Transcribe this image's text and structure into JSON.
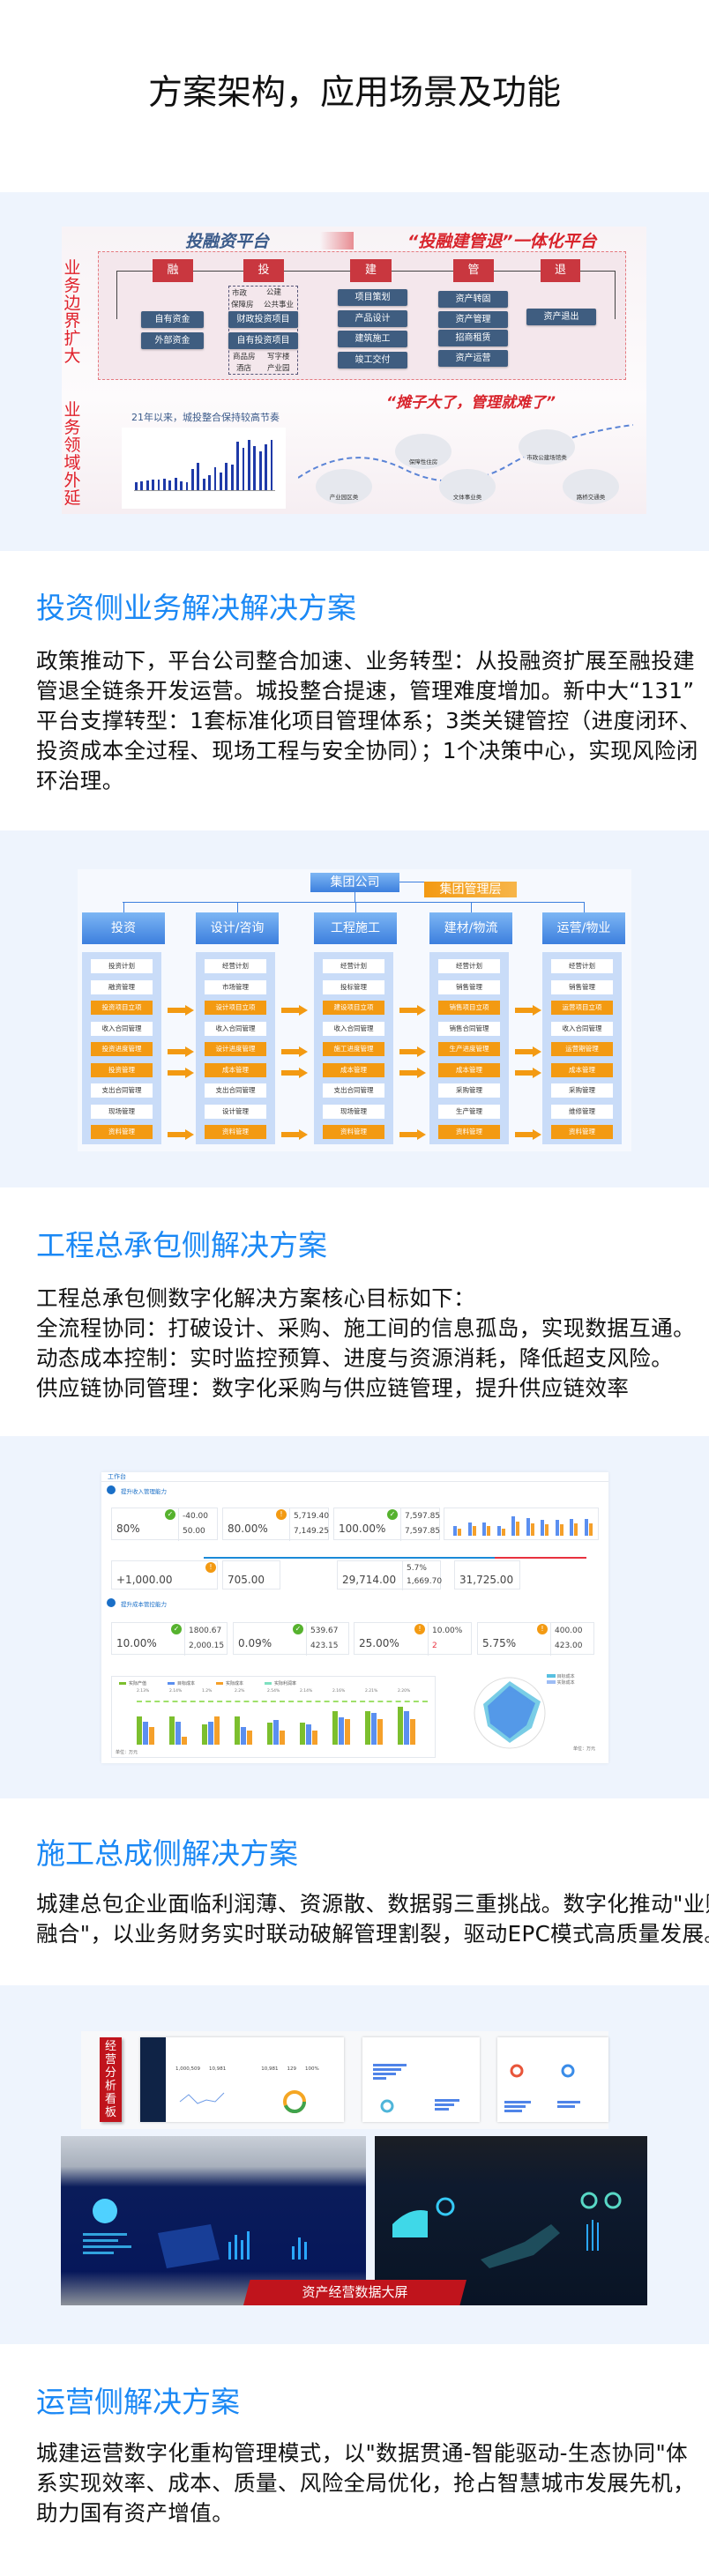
{
  "page_title": "方案架构，应用场景及功能",
  "architecture": {
    "platform_left": "投融资平台",
    "platform_right": "“投融建管退”一体化平台",
    "side_top": "业务边界扩大",
    "side_bottom": "业务领域外延",
    "stages": [
      "融",
      "投",
      "建",
      "管",
      "退"
    ],
    "fund": [
      "自有资金",
      "外部资金"
    ],
    "invest_projects": [
      "财政投资项目",
      "自有投资项目"
    ],
    "invest_top_tags": [
      "市政",
      "公建",
      "保障房",
      "公共事业"
    ],
    "invest_bottom_tags": [
      "商品房",
      "写字楼",
      "酒店",
      "产业园"
    ],
    "build": [
      "项目策划",
      "产品设计",
      "建筑施工",
      "竣工交付"
    ],
    "manage": [
      "资产转固",
      "资产管理",
      "招商租赁",
      "资产运营"
    ],
    "exit": "资产退出",
    "slogan": "“摊子大了，管理就难了”",
    "chart_title": "21年以来，城投整合保持较高节奏",
    "chart_bars": [
      8,
      9,
      10,
      11,
      11,
      12,
      10,
      13,
      9,
      8,
      22,
      28,
      12,
      16,
      24,
      18,
      28,
      27,
      50,
      44,
      52,
      46,
      40,
      48,
      52
    ],
    "network_labels": [
      "保障性住房",
      "产业园区类",
      "市政公建场馆类",
      "文体事业类",
      "路桥交通类"
    ]
  },
  "section1": {
    "heading": "投资侧业务解决解决方案",
    "lines": [
      "政策推动下，平台公司整合加速、业务转型：从投融资扩展至融投建",
      "管退全链条开发运营。城投整合提速，管理难度增加。新中大“131”",
      "平台支撑转型：1套标准化项目管理体系；3类关键管控（进度闭环、",
      "投资成本全过程、现场工程与安全协同）；1个决策中心，实现风险闭",
      "环治理。"
    ]
  },
  "org": {
    "group": "集团公司",
    "group_mgmt": "集团管理层",
    "columns": [
      {
        "title": "投资",
        "items": [
          "投资计划",
          "融资管理",
          "投资项目立项",
          "收入合同管理",
          "投资进度管理",
          "投资管理",
          "支出合同管理",
          "现场管理",
          "资料管理"
        ]
      },
      {
        "title": "设计/咨询",
        "items": [
          "经营计划",
          "市场管理",
          "设计项目立项",
          "收入合同管理",
          "设计进度管理",
          "成本管理",
          "支出合同管理",
          "设计管理",
          "资料管理"
        ]
      },
      {
        "title": "工程施工",
        "items": [
          "经营计划",
          "投标管理",
          "建设项目立项",
          "收入合同管理",
          "施工进度管理",
          "成本管理",
          "支出合同管理",
          "现场管理",
          "资料管理"
        ]
      },
      {
        "title": "建材/物流",
        "items": [
          "经营计划",
          "销售管理",
          "销售项目立项",
          "销售合同管理",
          "生产进度管理",
          "成本管理",
          "采购管理",
          "生产管理",
          "资料管理"
        ]
      },
      {
        "title": "运营/物业",
        "items": [
          "经营计划",
          "销售管理",
          "运营项目立项",
          "收入合同管理",
          "运营期管理",
          "成本管理",
          "采购管理",
          "维修管理",
          "资料管理"
        ]
      }
    ],
    "highlight_rows": [
      2,
      4,
      5,
      8
    ]
  },
  "section2": {
    "heading": "工程总承包侧解决方案",
    "lines": [
      "工程总承包侧数字化解决方案核心目标如下：",
      "全流程协同：打破设计、采购、施工间的信息孤岛，实现数据互通。",
      "动态成本控制：实时监控预算、进度与资源消耗，降低超支风险。",
      "供应链协同管理：数字化采购与供应链管理，提升供应链效率"
    ]
  },
  "dashboard": {
    "title": "工作台",
    "sec1": "提升收入管理能力",
    "sec2": "提升成本管控能力",
    "row1": [
      {
        "main": "80%",
        "a": "-40.00",
        "b": "50.00",
        "status": "ok"
      },
      {
        "main": "80.00%",
        "a": "5,719.40",
        "b": "7,149.25",
        "status": "warn"
      },
      {
        "main": "100.00%",
        "a": "7,597.85",
        "b": "7,597.85",
        "status": "ok"
      }
    ],
    "row2": [
      {
        "main": "+1,000.00",
        "status": "warn"
      },
      {
        "main": "705.00"
      },
      {
        "main": "29,714.00",
        "a": "5.7%",
        "b": "1,669.70"
      },
      {
        "main": "31,725.00"
      }
    ],
    "row3": [
      {
        "main": "10.00%",
        "a": "1800.67",
        "b": "2,000.15",
        "status": "ok"
      },
      {
        "main": "0.09%",
        "a": "539.67",
        "b": "423.15",
        "status": "ok"
      },
      {
        "main": "25.00%",
        "a": "10.00%",
        "b": "2",
        "status": "warn"
      },
      {
        "main": "5.75%",
        "a": "400.00",
        "b": "423.00",
        "status": "warn"
      }
    ],
    "legend": [
      "实际产值",
      "目标成本",
      "实际成本",
      "实际利润率"
    ],
    "radar_legend": [
      "目标成本",
      "实际成本"
    ],
    "unit": "单位：万元",
    "bars": [
      [
        5.4,
        4.4,
        3.3
      ],
      [
        5.4,
        4.4,
        1.5
      ],
      [
        3.8,
        4.3,
        5.3
      ],
      [
        5.4,
        3.4,
        2.6
      ],
      [
        4.2,
        4.6,
        2.6
      ],
      [
        4.2,
        3.8,
        2.6
      ],
      [
        6.4,
        5.1,
        4.8
      ],
      [
        6.4,
        6.0,
        4.8
      ],
      [
        7.2,
        6.4,
        4.8
      ]
    ],
    "profit": [
      "2.13%",
      "2.14%",
      "1.2%",
      "2.2%",
      "2.54%",
      "2.14%",
      "2.16%",
      "2.21%",
      "2.20%"
    ]
  },
  "section3": {
    "heading": "施工总成侧解决方案",
    "lines": [
      "城建总包企业面临利润薄、资源散、数据弱三重挑战。数字化推动\"业财",
      "融合\"，以业务财务实时联动破解管理割裂，驱动EPC模式高质量发展。"
    ]
  },
  "ops_visual": {
    "board_label": "经营分析看板",
    "screen_label": "资产经营数据大屏",
    "board_values": [
      "1,000,509",
      "10,981",
      "10,981",
      "129",
      "100%"
    ]
  },
  "section4": {
    "heading": "运营侧解决方案",
    "lines": [
      "城建运营数字化重构管理模式，以\"数据贯通-智能驱动-生态协同\"体",
      "系实现效率、成本、质量、风险全局优化，抢占智慧城市发展先机，",
      "助力国有资产增值。"
    ]
  },
  "colors": {
    "heading": "#1a88f5",
    "band": "#eef4fd",
    "red": "#c9373f",
    "orange": "#f39a12",
    "blue_box": "#3f5d80"
  }
}
